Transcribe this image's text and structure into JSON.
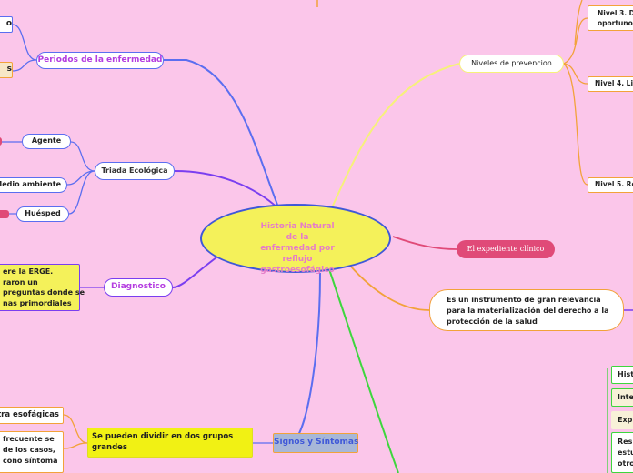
{
  "central": {
    "title": "Historia Natural de la enfermedad por reflujo gastroesofágico"
  },
  "left": {
    "periodos": {
      "label": "Periodos de la enfermedad",
      "child_top": "o",
      "child_bottom": "s"
    },
    "triada": {
      "label": "Triada Ecológica",
      "agente": "Agente",
      "medio": "Medio ambiente",
      "huesped": "Huésped"
    },
    "diagnostico": {
      "label": "Diagnostico",
      "text_lines": [
        "ere la ERGE.",
        "raron un",
        "preguntas donde se",
        "nas primordiales"
      ]
    },
    "signos": {
      "label": "Signos y Síntomas",
      "grupos": [
        "Se pueden dividir en dos grupos",
        "grandes"
      ],
      "extra": "tra esofágicas",
      "frecuente": [
        "frecuente se",
        "de los casos,",
        "cono síntoma"
      ]
    }
  },
  "right": {
    "niveles": {
      "label": "Niveles de prevencion",
      "n3": [
        "Nivel 3. D",
        "oportuno"
      ],
      "n4": "Nivel 4. Li",
      "n5": "Nivel 5. Re"
    },
    "expediente": {
      "label": "El expediente clínico"
    },
    "instrumento": {
      "lines": [
        "Es un instrumento de gran relevancia",
        "para la materialización del derecho a la",
        "protección de la salud"
      ]
    },
    "list": [
      "Hist",
      "Inte",
      "Expl",
      "Resu",
      "estu",
      "otro"
    ]
  },
  "colors": {
    "background": "#fbc6ea",
    "central_fill": "#f4f15a",
    "central_border": "#3f58d8",
    "blue_line": "#5b6ef0",
    "purple_line": "#7a3ef0",
    "orange_line": "#f2a23a",
    "yellow_line": "#f6f17a",
    "green_line": "#3ed63e",
    "expediente_fill": "#e04a78"
  }
}
